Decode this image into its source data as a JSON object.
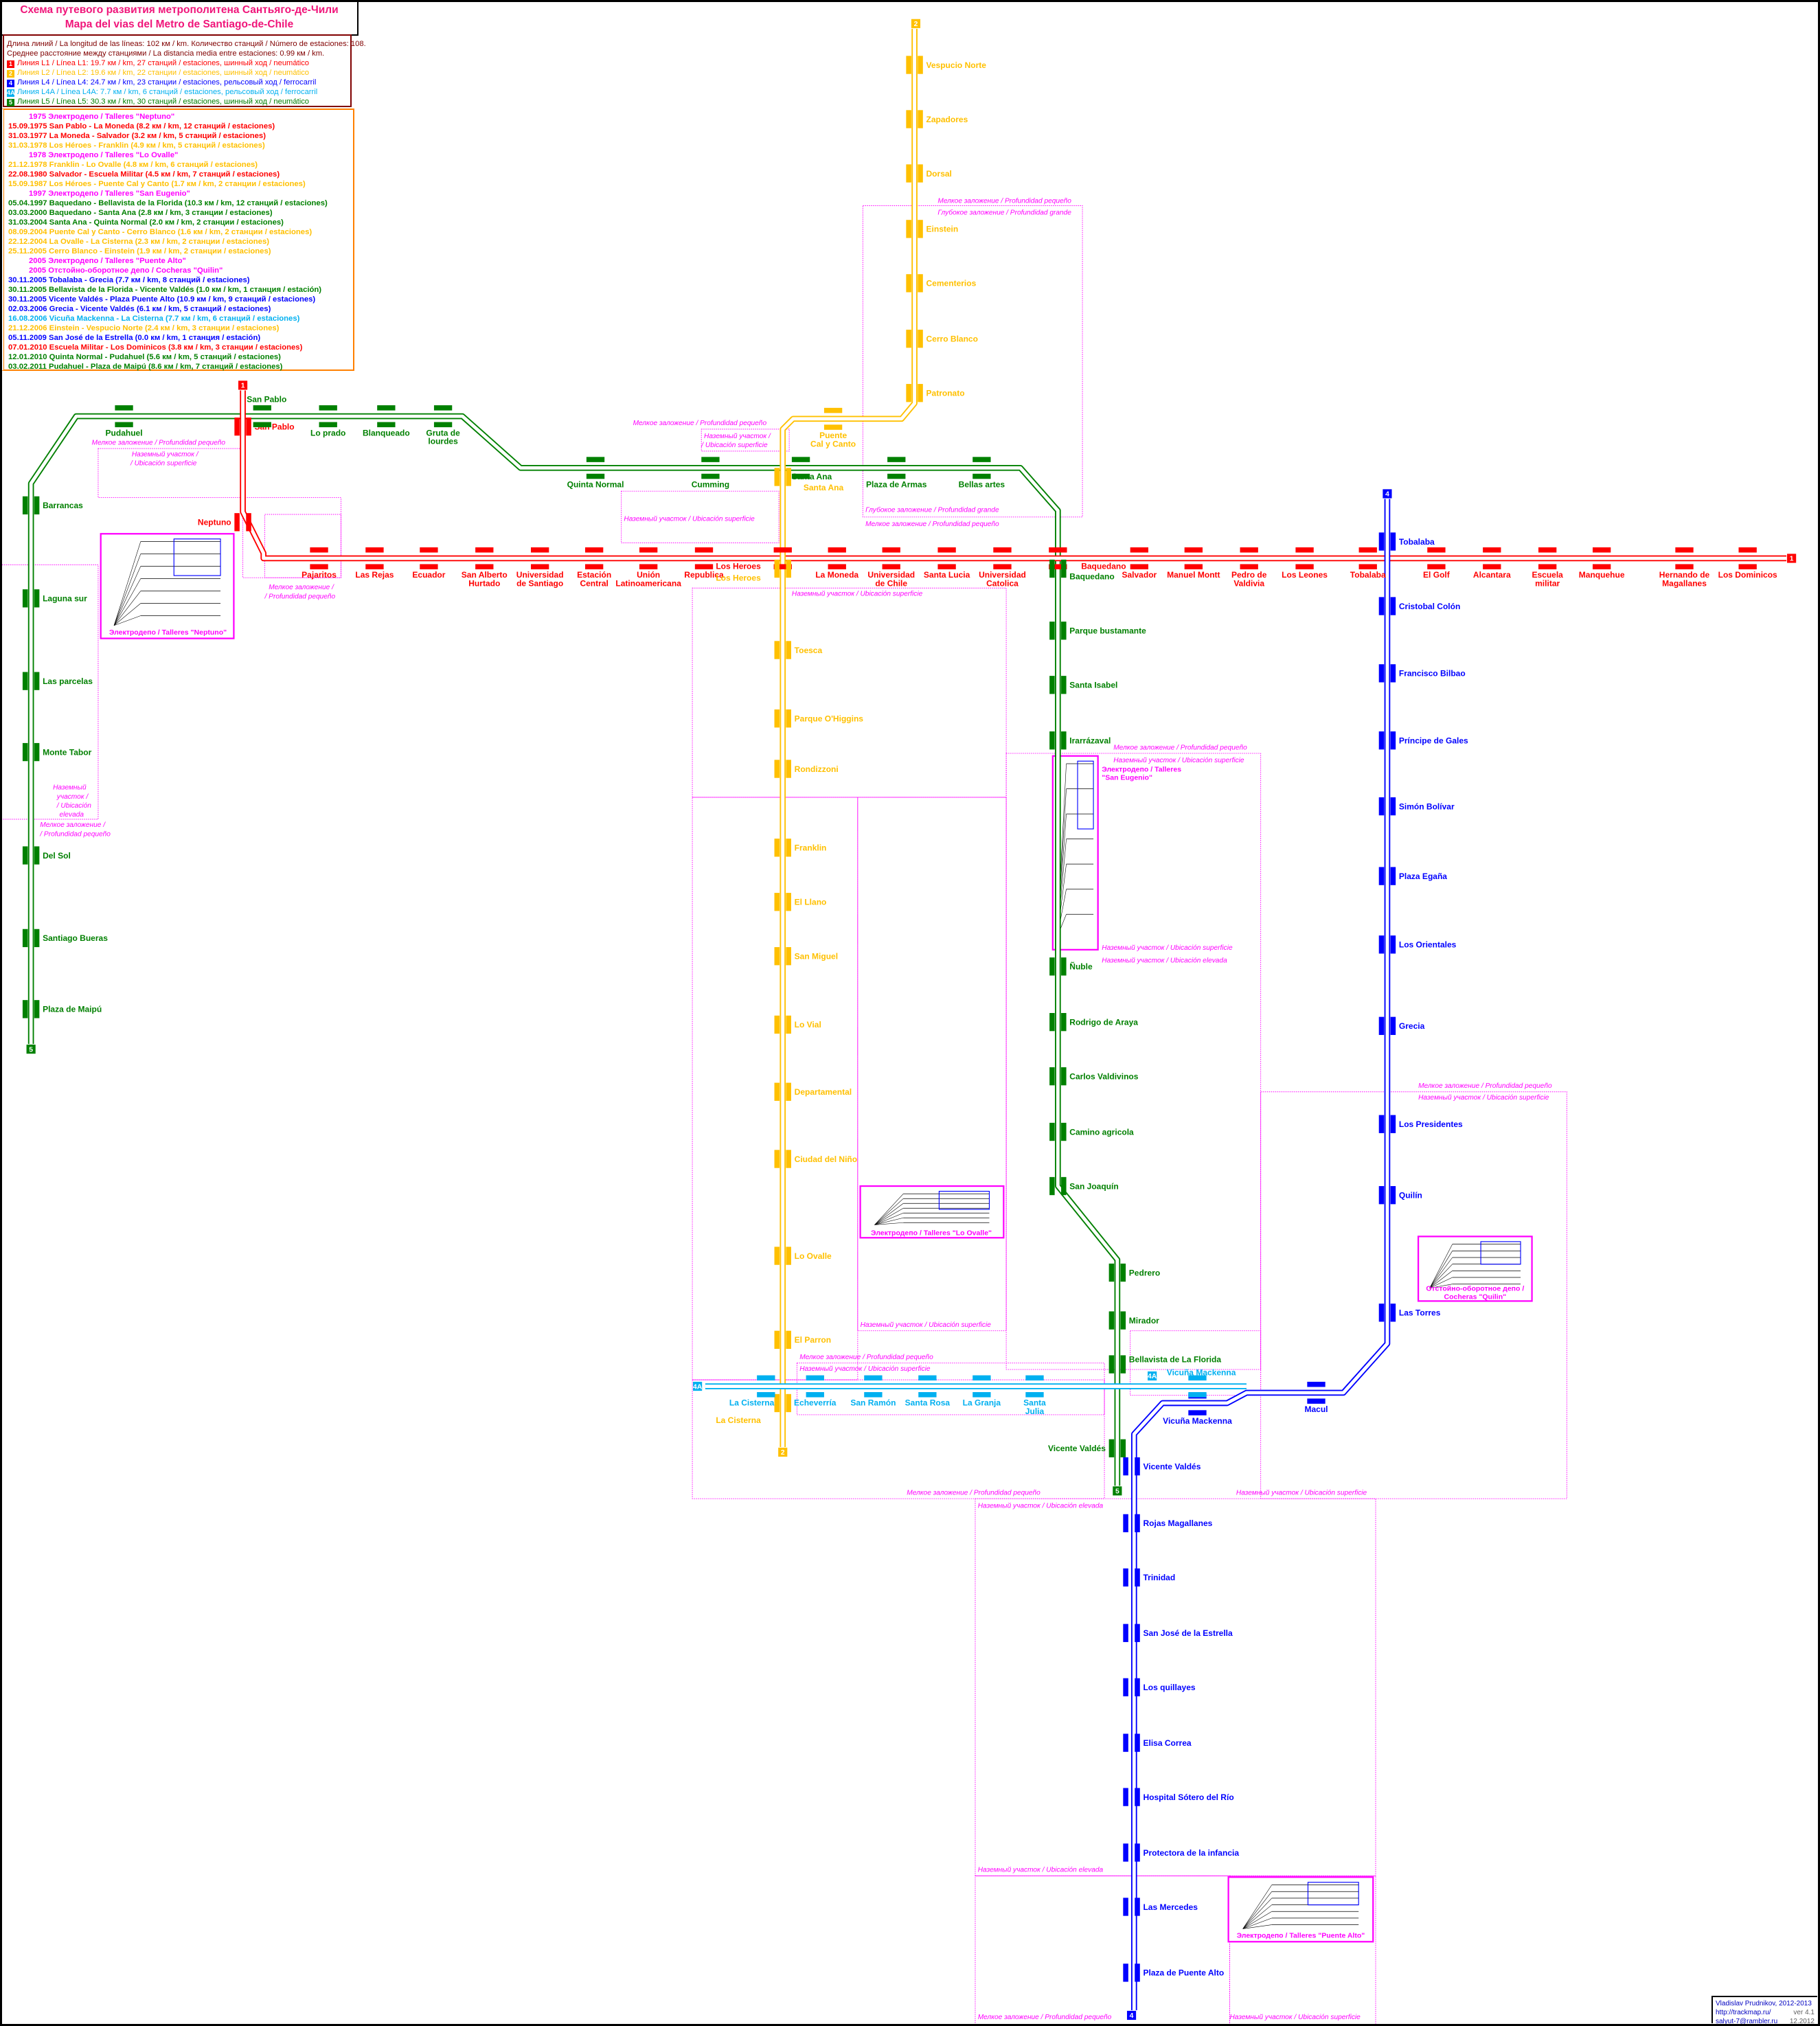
{
  "header": {
    "title_ru": "Схема путевого развития метрополитена Сантьяго-де-Чили",
    "title_es": "Mapa del vias del Metro de Santiago-de-Chile"
  },
  "summary": {
    "line1": "Длина линий / La longitud de las líneas: 102 км / km. Количество станций / Número de estaciones: 108.",
    "line2": "Среднее расстояние между станциями / La distancia media entre estaciones: 0.99 км / km."
  },
  "legend": [
    {
      "badge": "1",
      "color": "#ff0000",
      "text": "Линия L1 / Línea L1: 19.7 км / km, 27 станций / estaciones, шинный ход / neumático"
    },
    {
      "badge": "2",
      "color": "#ffc000",
      "text": "Линия L2 / Línea L2: 19.6 км / km, 22 станции / estaciones, шинный ход / neumático"
    },
    {
      "badge": "4",
      "color": "#0000ff",
      "text": "Линия L4 / Línea L4: 24.7 км / km, 23 станции / estaciones, рельсовый ход / ferrocarril"
    },
    {
      "badge": "4A",
      "color": "#00b0f0",
      "text": "Линия L4A / Línea L4A: 7.7 км / km, 6 станций / estaciones, рельсовый ход / ferrocarril"
    },
    {
      "badge": "5",
      "color": "#008000",
      "text": "Линия L5 / Línea L5: 30.3 км / km, 30 станций / estaciones, шинный ход / neumático"
    }
  ],
  "colors": {
    "L1": "#ff0000",
    "L2": "#ffc000",
    "L4": "#0000ff",
    "L4A": "#00b0f0",
    "L5": "#008000",
    "depot": "#ff00ff"
  },
  "chronology": [
    {
      "kind": "depot",
      "text": "1975 Электродепо / Talleres \"Neptuno\""
    },
    {
      "kind": "L1",
      "text": "15.09.1975 San Pablo - La Moneda (8.2 км / km, 12 станций / estaciones)"
    },
    {
      "kind": "L1",
      "text": "31.03.1977 La Moneda - Salvador (3.2 км / km, 5 станций / estaciones)"
    },
    {
      "kind": "L2",
      "text": "31.03.1978 Los Héroes - Franklin (4.9 км / km, 5 станций / estaciones)"
    },
    {
      "kind": "depot",
      "text": "1978 Электродепо / Talleres \"Lo Ovalle\""
    },
    {
      "kind": "L2",
      "text": "21.12.1978 Franklin - Lo Ovalle (4.8 км / km, 6 станций / estaciones)"
    },
    {
      "kind": "L1",
      "text": "22.08.1980 Salvador - Escuela Militar (4.5 км / km, 7 станций / estaciones)"
    },
    {
      "kind": "L2",
      "text": "15.09.1987 Los Héroes - Puente Cal y Canto (1.7 км / km, 2 станции / estaciones)"
    },
    {
      "kind": "depot",
      "text": "1997 Электродепо / Talleres \"San Eugenio\""
    },
    {
      "kind": "L5",
      "text": "05.04.1997 Baquedano - Bellavista de la Florida (10.3 км / km, 12 станций / estaciones)"
    },
    {
      "kind": "L5",
      "text": "03.03.2000 Baquedano - Santa Ana (2.8 км / km, 3 станции / estaciones)"
    },
    {
      "kind": "L5",
      "text": "31.03.2004 Santa Ana - Quinta Normal (2.0 км / km, 2 станции / estaciones)"
    },
    {
      "kind": "L2",
      "text": "08.09.2004 Puente Cal y Canto - Cerro Blanco (1.6 км / km, 2 станции / estaciones)"
    },
    {
      "kind": "L2",
      "text": "22.12.2004 La Ovalle - La Cisterna (2.3 км / km, 2 станции / estaciones)"
    },
    {
      "kind": "L2",
      "text": "25.11.2005 Cerro Blanco - Einstein (1.9 км / km, 2 станции / estaciones)"
    },
    {
      "kind": "depot",
      "text": "2005 Электродепо / Talleres \"Puente Alto\""
    },
    {
      "kind": "depot",
      "text": "2005 Отстойно-оборотное депо / Cocheras \"Quilin\""
    },
    {
      "kind": "L4",
      "text": "30.11.2005 Tobalaba - Grecia (7.7 км / km, 8 станций / estaciones)"
    },
    {
      "kind": "L5",
      "text": "30.11.2005 Bellavista de la Florida - Vicente Valdés (1.0 км / km, 1 станция / estación)"
    },
    {
      "kind": "L4",
      "text": "30.11.2005 Vicente Valdés - Plaza Puente Alto (10.9 км / km, 9 станций / estaciones)"
    },
    {
      "kind": "L4",
      "text": "02.03.2006 Grecia - Vicente Valdés (6.1 км / km, 5 станций / estaciones)"
    },
    {
      "kind": "L4A",
      "text": "16.08.2006 Vicuña Mackenna - La Cisterna (7.7 км / km, 6 станций / estaciones)"
    },
    {
      "kind": "L2",
      "text": "21.12.2006 Einstein - Vespucio Norte (2.4 км / km, 3 станции / estaciones)"
    },
    {
      "kind": "L4",
      "text": "05.11.2009 San José de la Estrella (0.0 км / km, 1 станция / estación)"
    },
    {
      "kind": "L1",
      "text": "07.01.2010 Escuela Militar - Los Dominicos (3.8 км / km, 3 станции / estaciones)"
    },
    {
      "kind": "L5",
      "text": "12.01.2010 Quinta Normal - Pudahuel (5.6 км / km, 5 станций / estaciones)"
    },
    {
      "kind": "L5",
      "text": "03.02.2011 Pudahuel - Plaza de Maipú (8.6 км / km, 7 станций / estaciones)"
    }
  ],
  "lines": {
    "L1": {
      "badge": "1",
      "color": "#ff0000",
      "stations": [
        {
          "name": "San Pablo"
        },
        {
          "name": "Neptuno"
        },
        {
          "name": "Pajaritos"
        },
        {
          "name": "Las Rejas"
        },
        {
          "name": "Ecuador"
        },
        {
          "name": "San Alberto Hurtado"
        },
        {
          "name": "Universidad de Santiago"
        },
        {
          "name": "Estación Central"
        },
        {
          "name": "Unión Latinoamericana"
        },
        {
          "name": "Republica"
        },
        {
          "name": "Los Heroes"
        },
        {
          "name": "La Moneda"
        },
        {
          "name": "Universidad de Chile"
        },
        {
          "name": "Santa Lucia"
        },
        {
          "name": "Universidad Catolica"
        },
        {
          "name": "Baquedano"
        },
        {
          "name": "Salvador"
        },
        {
          "name": "Manuel Montt"
        },
        {
          "name": "Pedro de Valdivia"
        },
        {
          "name": "Los Leones"
        },
        {
          "name": "Tobalaba"
        },
        {
          "name": "El Golf"
        },
        {
          "name": "Alcantara"
        },
        {
          "name": "Escuela militar"
        },
        {
          "name": "Manquehue"
        },
        {
          "name": "Hernando de Magallanes"
        },
        {
          "name": "Los Dominicos"
        }
      ]
    },
    "L2": {
      "badge": "2",
      "color": "#ffc000",
      "stations": [
        {
          "name": "Vespucio Norte"
        },
        {
          "name": "Zapadores"
        },
        {
          "name": "Dorsal"
        },
        {
          "name": "Einstein"
        },
        {
          "name": "Cementerios"
        },
        {
          "name": "Cerro Blanco"
        },
        {
          "name": "Patronato"
        },
        {
          "name": "Puente Cal y Canto"
        },
        {
          "name": "Santa Ana"
        },
        {
          "name": "Los Heroes"
        },
        {
          "name": "Toesca"
        },
        {
          "name": "Parque O'Higgins"
        },
        {
          "name": "Rondizzoni"
        },
        {
          "name": "Franklin"
        },
        {
          "name": "El Llano"
        },
        {
          "name": "San Miguel"
        },
        {
          "name": "Lo Vial"
        },
        {
          "name": "Departamental"
        },
        {
          "name": "Ciudad del Niño"
        },
        {
          "name": "Lo Ovalle"
        },
        {
          "name": "El Parron"
        },
        {
          "name": "La Cisterna"
        }
      ]
    },
    "L4": {
      "badge": "4",
      "color": "#0000ff",
      "stations": [
        {
          "name": "Tobalaba"
        },
        {
          "name": "Cristobal Colón"
        },
        {
          "name": "Francisco Bilbao"
        },
        {
          "name": "Príncipe de Gales"
        },
        {
          "name": "Simón Bolívar"
        },
        {
          "name": "Plaza Egaña"
        },
        {
          "name": "Los Orientales"
        },
        {
          "name": "Grecia"
        },
        {
          "name": "Los Presidentes"
        },
        {
          "name": "Quilín"
        },
        {
          "name": "Las Torres"
        },
        {
          "name": "Macul"
        },
        {
          "name": "Vicuña Mackenna"
        },
        {
          "name": "Vicente Valdés"
        },
        {
          "name": "Rojas Magallanes"
        },
        {
          "name": "Trinidad"
        },
        {
          "name": "San José de la Estrella"
        },
        {
          "name": "Los quillayes"
        },
        {
          "name": "Elisa Correa"
        },
        {
          "name": "Hospital Sótero del Río"
        },
        {
          "name": "Protectora de la infancia"
        },
        {
          "name": "Las Mercedes"
        },
        {
          "name": "Plaza de Puente Alto"
        }
      ]
    },
    "L4A": {
      "badge": "4A",
      "color": "#00b0f0",
      "stations": [
        {
          "name": "La Cisterna"
        },
        {
          "name": "Echeverría"
        },
        {
          "name": "San Ramón"
        },
        {
          "name": "Santa Rosa"
        },
        {
          "name": "La Granja"
        },
        {
          "name": "Santa Julia"
        },
        {
          "name": "Vicuña Mackenna"
        }
      ]
    },
    "L5": {
      "badge": "5",
      "color": "#008000",
      "stations": [
        {
          "name": "Plaza de Maipú"
        },
        {
          "name": "Santiago Bueras"
        },
        {
          "name": "Del Sol"
        },
        {
          "name": "Monte Tabor"
        },
        {
          "name": "Las parcelas"
        },
        {
          "name": "Laguna sur"
        },
        {
          "name": "Barrancas"
        },
        {
          "name": "Pudahuel"
        },
        {
          "name": "San Pablo"
        },
        {
          "name": "Lo prado"
        },
        {
          "name": "Blanqueado"
        },
        {
          "name": "Gruta de lourdes"
        },
        {
          "name": "Quinta Normal"
        },
        {
          "name": "Cumming"
        },
        {
          "name": "Santa Ana"
        },
        {
          "name": "Plaza de Armas"
        },
        {
          "name": "Bellas artes"
        },
        {
          "name": "Baquedano"
        },
        {
          "name": "Parque bustamante"
        },
        {
          "name": "Santa Isabel"
        },
        {
          "name": "Irarrázaval"
        },
        {
          "name": "Ñuble"
        },
        {
          "name": "Rodrigo de Araya"
        },
        {
          "name": "Carlos Valdivinos"
        },
        {
          "name": "Camino agricola"
        },
        {
          "name": "San Joaquín"
        },
        {
          "name": "Pedrero"
        },
        {
          "name": "Mirador"
        },
        {
          "name": "Bellavista de La Florida"
        },
        {
          "name": "Vicente Valdés"
        }
      ]
    }
  },
  "depots": [
    {
      "label": "Электродепо / Talleres \"Neptuno\""
    },
    {
      "label": "Электродепо / Talleres \"Lo Ovalle\""
    },
    {
      "label": "Электродепо / Talleres \"San Eugenio\""
    },
    {
      "label": "Отстойно-оборотное депо / Cocheras \"Quilin\""
    },
    {
      "label": "Электродепо / Talleres \"Puente Alto\""
    }
  ],
  "annotations": [
    "Мелкое заложение / Profundidad pequeño",
    "Глубокое заложение / Profundidad grande",
    "Мелкое заложение / Profundidad pequeño",
    "Наземный участок /",
    "/ Ubicación superficie",
    "Мелкое заложение / Profundidad pequeño",
    "Наземный участок /",
    "/ Ubicación superficie",
    "Наземный участок / Ubicación superficie",
    "Глубокое заложение / Profundidad grande",
    "Мелкое заложение / Profundidad pequeño",
    "Мелкое заложение /",
    "/ Profundidad pequeño",
    "Наземный участок / Ubicación superficie",
    "Мелкое заложение / Profundidad pequeño",
    "Наземный участок / Ubicación superficie",
    "Наземный",
    "участок /",
    "/ Ubicación",
    "elevada",
    "Мелкое заложение /",
    "/ Profundidad pequeño",
    "Наземный участок / Ubicación superficie",
    "Наземный участок / Ubicación elevada",
    "Мелкое заложение / Profundidad pequeño",
    "Наземный участок / Ubicación superficie",
    "Наземный участок / Ubicación superficie",
    "Мелкое заложение / Profundidad pequeño",
    "Наземный участок / Ubicación superficie",
    "Мелкое заложение / Profundidad pequeño",
    "Наземный участок / Ubicación superficie",
    "Наземный участок / Ubicación elevada",
    "Наземный участок / Ubicación elevada",
    "Мелкое заложение / Profundidad pequeño",
    "Наземный участок / Ubicación superficie"
  ],
  "credits": {
    "author": "Vladislav Prudnikov, 2012-2013",
    "url": "http://trackmap.ru/",
    "version": "ver  4.1",
    "email": "salyut-7@rambler.ru",
    "date": "12.2012"
  }
}
